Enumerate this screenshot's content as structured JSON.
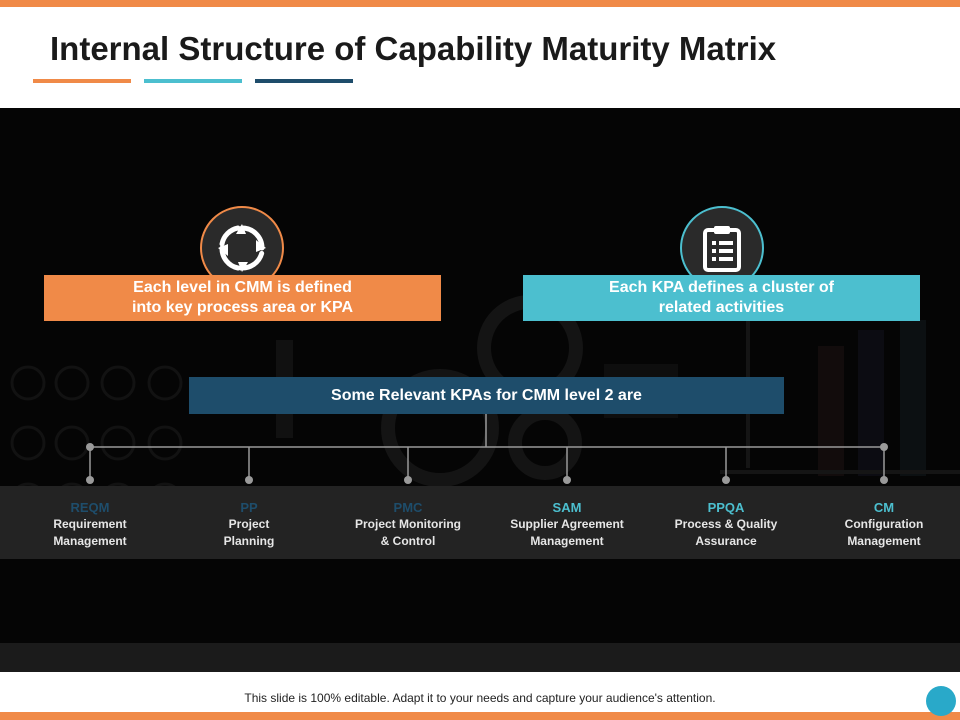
{
  "slide": {
    "title": "Internal Structure of Capability Maturity Matrix",
    "footer": "This slide is 100% editable. Adapt it to your needs and capture your audience's attention."
  },
  "colors": {
    "orange": "#f08a48",
    "teal": "#4cbfcf",
    "navy": "#1e4d6b",
    "dark": "#050505",
    "corner_dot": "#29a9c9"
  },
  "icons": {
    "left": "refresh-cycle-icon",
    "right": "clipboard-checklist-icon"
  },
  "callouts": {
    "left": {
      "line1": "Each level in CMM is defined",
      "line2": "into key process area or KPA"
    },
    "right": {
      "line1": "Each KPA defines a cluster of",
      "line2": "related activities"
    }
  },
  "banner": {
    "text": "Some Relevant KPAs for CMM level 2 are"
  },
  "kpas": [
    {
      "code": "REQM",
      "line1": "Requirement",
      "line2": "Management",
      "code_color": "#1e4d6b"
    },
    {
      "code": "PP",
      "line1": "Project",
      "line2": "Planning",
      "code_color": "#1e4d6b"
    },
    {
      "code": "PMC",
      "line1": "Project Monitoring",
      "line2": "& Control",
      "code_color": "#1e4d6b"
    },
    {
      "code": "SAM",
      "line1": "Supplier Agreement",
      "line2": "Management",
      "code_color": "#4cbfcf"
    },
    {
      "code": "PPQA",
      "line1": "Process & Quality",
      "line2": "Assurance",
      "code_color": "#4cbfcf"
    },
    {
      "code": "CM",
      "line1": "Configuration",
      "line2": "Management",
      "code_color": "#4cbfcf"
    }
  ]
}
